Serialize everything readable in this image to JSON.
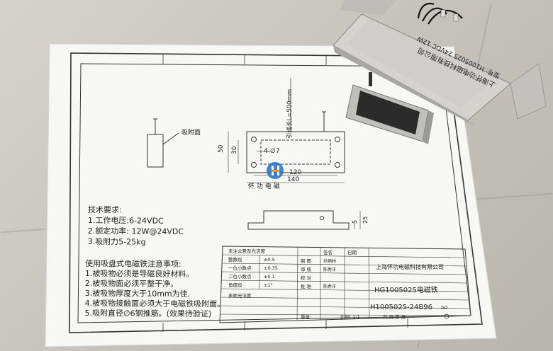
{
  "drawing": {
    "surface_label": "吸附面",
    "dim_lead_length": "引线长L=500mm",
    "dim_hole": "4-∅7",
    "dim_120": "120",
    "dim_140": "140",
    "dim_50": "50",
    "dim_30": "30",
    "dim_5": "5",
    "dim_25": "25",
    "brand_text": "怀 功 电 磁"
  },
  "tech_requirements": {
    "title": "技术要求:",
    "lines": [
      "1.工作电压:6-24VDC",
      "2.额定功率:  12W@24VDC",
      "3.吸附力5-25kg"
    ]
  },
  "notes": {
    "title": "使用吸盘式电磁铁注意事项:",
    "lines": [
      "1.被吸物必须是导磁良好材料。",
      "2.被吸物面必须平整干净。",
      "3.被吸物厚度大于10mm为佳.",
      "4.被吸物接触面必须大于电磁铁吸附面。",
      "5.吸附直径∅6钢推筋。(效果待验证)"
    ]
  },
  "title_block": {
    "tolerance_header": "未注公差及光洁度",
    "tol_rows": [
      {
        "label": "整数段",
        "value": "±0.5"
      },
      {
        "label": "一位小数点",
        "value": "±0.35"
      },
      {
        "label": "二位小数点",
        "value": "±0.1"
      },
      {
        "label": "角度段",
        "value": "±1°"
      }
    ],
    "surface_finish": "表面光洁度",
    "col_headers": [
      "签名",
      "日期"
    ],
    "roles": [
      "制 图",
      "审 核",
      "校 对",
      "批 准"
    ],
    "names": [
      "孙炳林",
      "陈秀洋",
      "",
      "陈秀洋"
    ],
    "company": "上海怀功电磁科技有限公司",
    "part_name": "HG1005025电磁铁",
    "drawing_number": "H1005025-24B96",
    "size_code": "A0",
    "weight_label": "重量:",
    "scale_label": "比例: 1:1",
    "sheet_label": "共  页    第  页"
  },
  "device_label": {
    "line1": "上海怀功电磁科技有限公司",
    "line2": "型号: H1005025   24VDC  12W"
  },
  "colors": {
    "paper": "#f7f7f5",
    "ink": "#333333",
    "logo_blue": "#1e6fd0",
    "logo_orange": "#f39a1e"
  }
}
